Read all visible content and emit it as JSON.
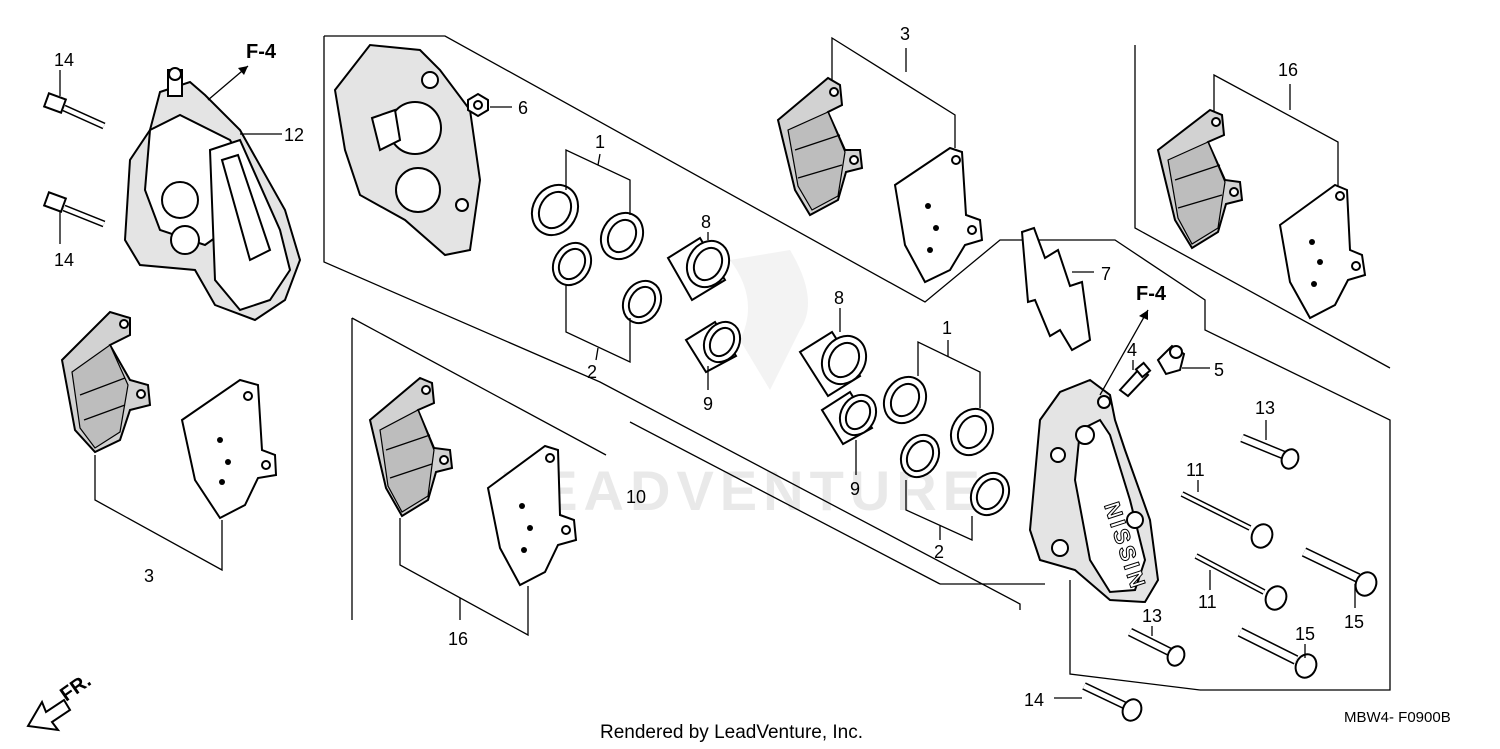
{
  "callouts": {
    "l14a": "14",
    "l14b": "14",
    "l12": "12",
    "f4_top": "F-4",
    "l6": "6",
    "l1a": "1",
    "l2a": "2",
    "l8a": "8",
    "l9a": "9",
    "l10": "10",
    "l3a": "3",
    "l3b": "3",
    "l16a": "16",
    "l16b": "16",
    "l7": "7",
    "f4_right": "F-4",
    "l8b": "8",
    "l9b": "9",
    "l1b": "1",
    "l2b": "2",
    "l4": "4",
    "l5": "5",
    "l13a": "13",
    "l13b": "13",
    "l11a": "11",
    "l11b": "11",
    "l15a": "15",
    "l15b": "15",
    "l14c": "14"
  },
  "caliper_brand": "NISSIN",
  "direction_label": "FR.",
  "watermark": "LEADVENTURE",
  "footer": {
    "rendered_by": "Rendered by LeadVenture, Inc.",
    "diagram_code": "MBW4- F0900B"
  }
}
